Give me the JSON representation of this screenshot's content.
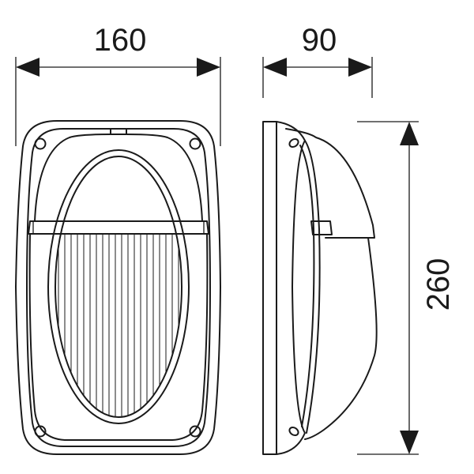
{
  "dimensions": {
    "width": "160",
    "depth": "90",
    "height": "260"
  },
  "colors": {
    "line": "#1a1a1a",
    "background": "#ffffff"
  }
}
